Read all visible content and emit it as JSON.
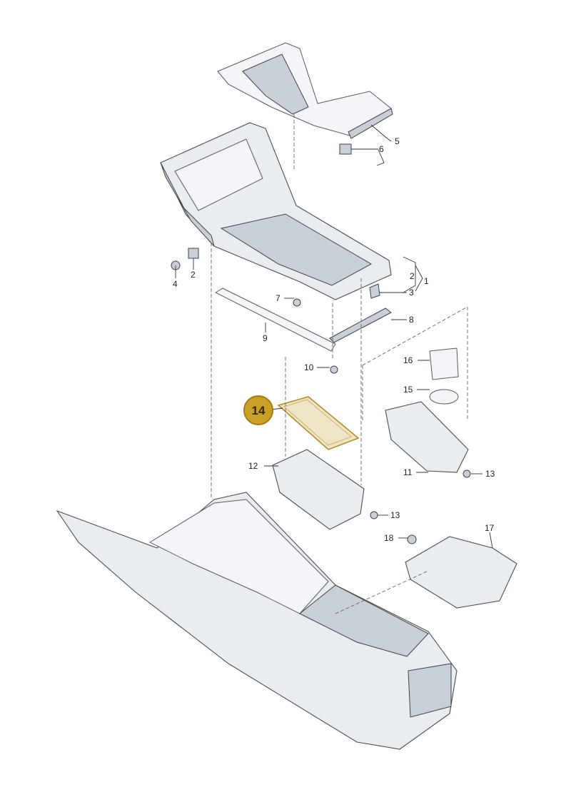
{
  "diagram": {
    "highlight": {
      "label": "14",
      "color": "#c9a02a",
      "border": "#a57c12"
    },
    "callouts": [
      {
        "id": "c1",
        "label": "1"
      },
      {
        "id": "c2a",
        "label": "2"
      },
      {
        "id": "c2b",
        "label": "2"
      },
      {
        "id": "c3",
        "label": "3"
      },
      {
        "id": "c4",
        "label": "4"
      },
      {
        "id": "c5",
        "label": "5"
      },
      {
        "id": "c6",
        "label": "6"
      },
      {
        "id": "c7",
        "label": "7"
      },
      {
        "id": "c8",
        "label": "8"
      },
      {
        "id": "c9",
        "label": "9"
      },
      {
        "id": "c10",
        "label": "10"
      },
      {
        "id": "c11",
        "label": "11"
      },
      {
        "id": "c12",
        "label": "12"
      },
      {
        "id": "c13a",
        "label": "13"
      },
      {
        "id": "c13b",
        "label": "13"
      },
      {
        "id": "c15",
        "label": "15"
      },
      {
        "id": "c16",
        "label": "16"
      },
      {
        "id": "c17",
        "label": "17"
      },
      {
        "id": "c18",
        "label": "18"
      }
    ]
  }
}
